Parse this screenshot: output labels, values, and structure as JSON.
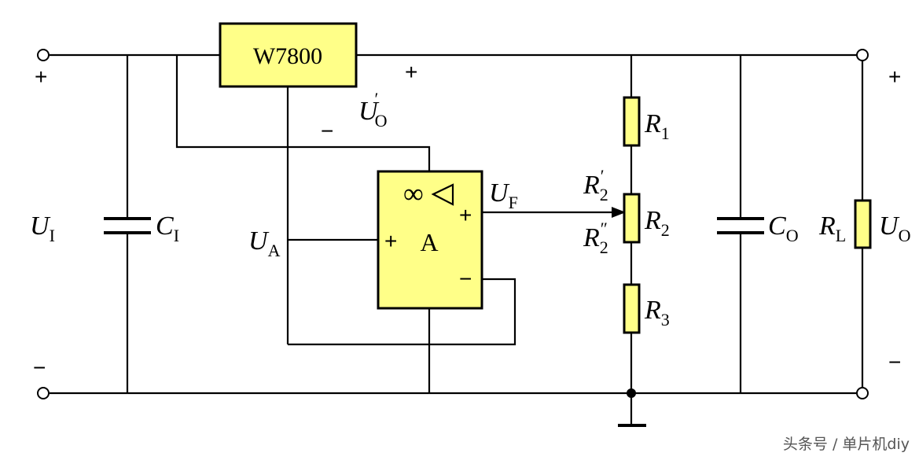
{
  "components": {
    "regulator": {
      "label": "W7800"
    },
    "opamp": {
      "name": "A",
      "symbol": "∞",
      "plus": "+",
      "minus": "−"
    },
    "r1": {
      "main": "R",
      "sub": "1"
    },
    "r2": {
      "main": "R",
      "sub": "2"
    },
    "r3": {
      "main": "R",
      "sub": "3"
    },
    "ci": {
      "main": "C",
      "sub": "I"
    },
    "co": {
      "main": "C",
      "sub": "O"
    },
    "rl": {
      "main": "R",
      "sub": "L"
    }
  },
  "labels": {
    "ui": {
      "main": "U",
      "sub": "I"
    },
    "uo_prime": {
      "main": "U",
      "sub": "O",
      "sup": "′"
    },
    "uf": {
      "main": "U",
      "sub": "F"
    },
    "ua": {
      "main": "U",
      "sub": "A"
    },
    "uo": {
      "main": "U",
      "sub": "O"
    },
    "r2_prime": {
      "main": "R",
      "sub": "2",
      "sup": "′"
    },
    "r2_dprime": {
      "main": "R",
      "sub": "2",
      "sup": "″"
    }
  },
  "polarity": {
    "input_plus": "+",
    "input_minus": "−",
    "reg_out_plus": "+",
    "reg_minus": "−",
    "output_plus": "+",
    "output_minus": "−"
  },
  "watermark": "头条号 / 单片机diy"
}
